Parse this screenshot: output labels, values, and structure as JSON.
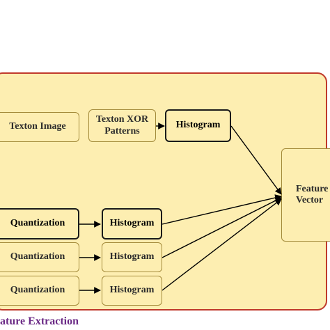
{
  "diagram": {
    "section_title": "ature Extraction",
    "boxes": {
      "texton_image": "Texton Image",
      "texton_xor_line1": "Texton XOR",
      "texton_xor_line2": "Patterns",
      "histogram_top": "Histogram",
      "quantization_1": "Quantization",
      "histogram_1": "Histogram",
      "quantization_2": "Quantization",
      "histogram_2": "Histogram",
      "quantization_3": "Quantization",
      "histogram_3": "Histogram",
      "feature_line1": "Feature",
      "feature_line2": "Vector"
    },
    "colors": {
      "panel_fill": "#fdeeb1",
      "panel_border": "#c0392b",
      "title": "#6b2a86"
    }
  }
}
